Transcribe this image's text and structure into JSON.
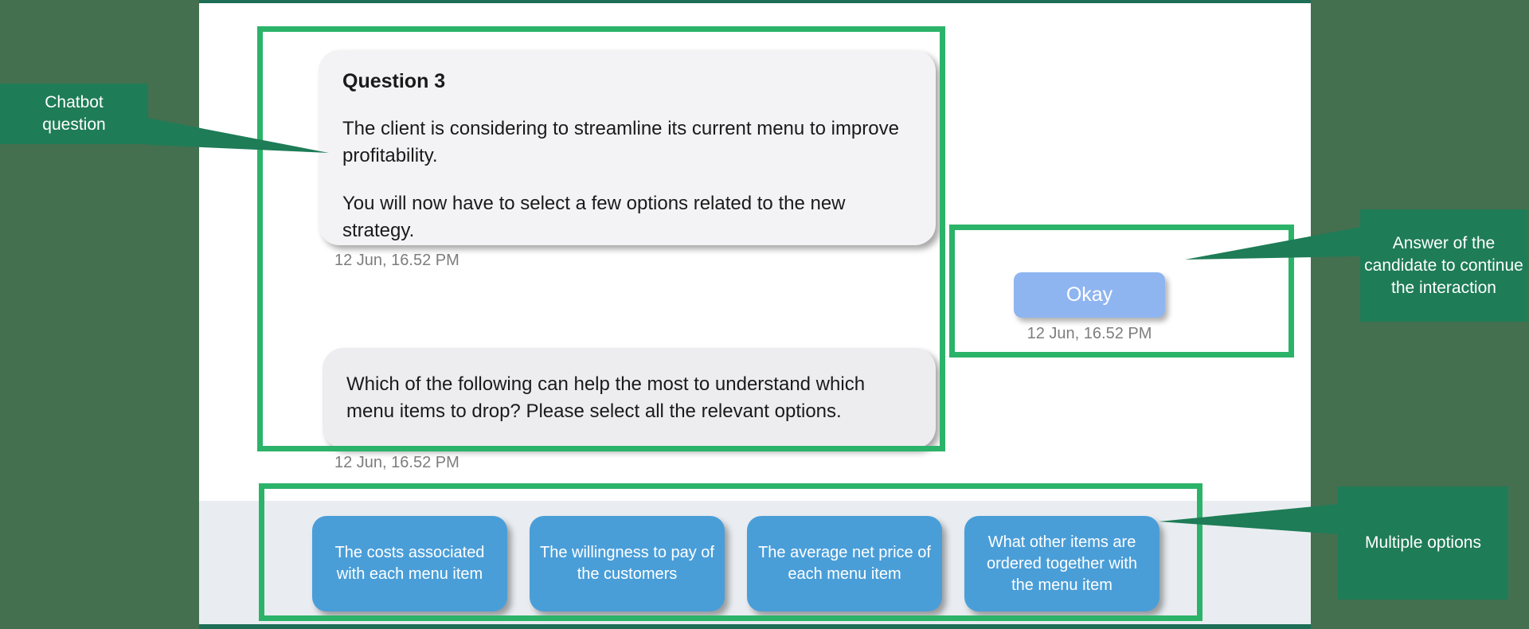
{
  "chat": {
    "question_bubble": {
      "title": "Question 3",
      "paragraph1": "The client is considering to streamline its current menu to improve profitability.",
      "paragraph2": "You will now have to select a few options related to the new strategy.",
      "timestamp": "12 Jun, 16.52 PM"
    },
    "answer_bubble": {
      "label": "Okay",
      "timestamp": "12 Jun, 16.52 PM"
    },
    "followup_bubble": {
      "text": "Which of the following can help the most to understand which menu items to drop? Please select all the relevant options.",
      "timestamp": "12 Jun, 16.52 PM"
    }
  },
  "options": [
    {
      "label": "The costs associated with each menu item"
    },
    {
      "label": "The willingness to pay of the customers"
    },
    {
      "label": "The average net price of each menu item"
    },
    {
      "label": "What other items are ordered together with the menu item"
    }
  ],
  "annotations": {
    "chatbot_question": "Chatbot\nquestion",
    "answer": "Answer of the candidate to continue the interaction",
    "multiple_options": "Multiple options"
  },
  "colors": {
    "page_background": "#44704F",
    "annotation_green": "#1E7C57",
    "highlight_outline_green": "#2CB36A",
    "app_edge_teal": "#1D6E55",
    "option_button_blue": "#4A9ED8",
    "answer_button_blue": "#8FB5F0",
    "bubble_gray": "#F3F3F5",
    "followup_bubble_gray": "#EDEDEF",
    "bottom_strip_gray": "#E9EDF1",
    "timestamp_gray": "#7D7D7D"
  }
}
